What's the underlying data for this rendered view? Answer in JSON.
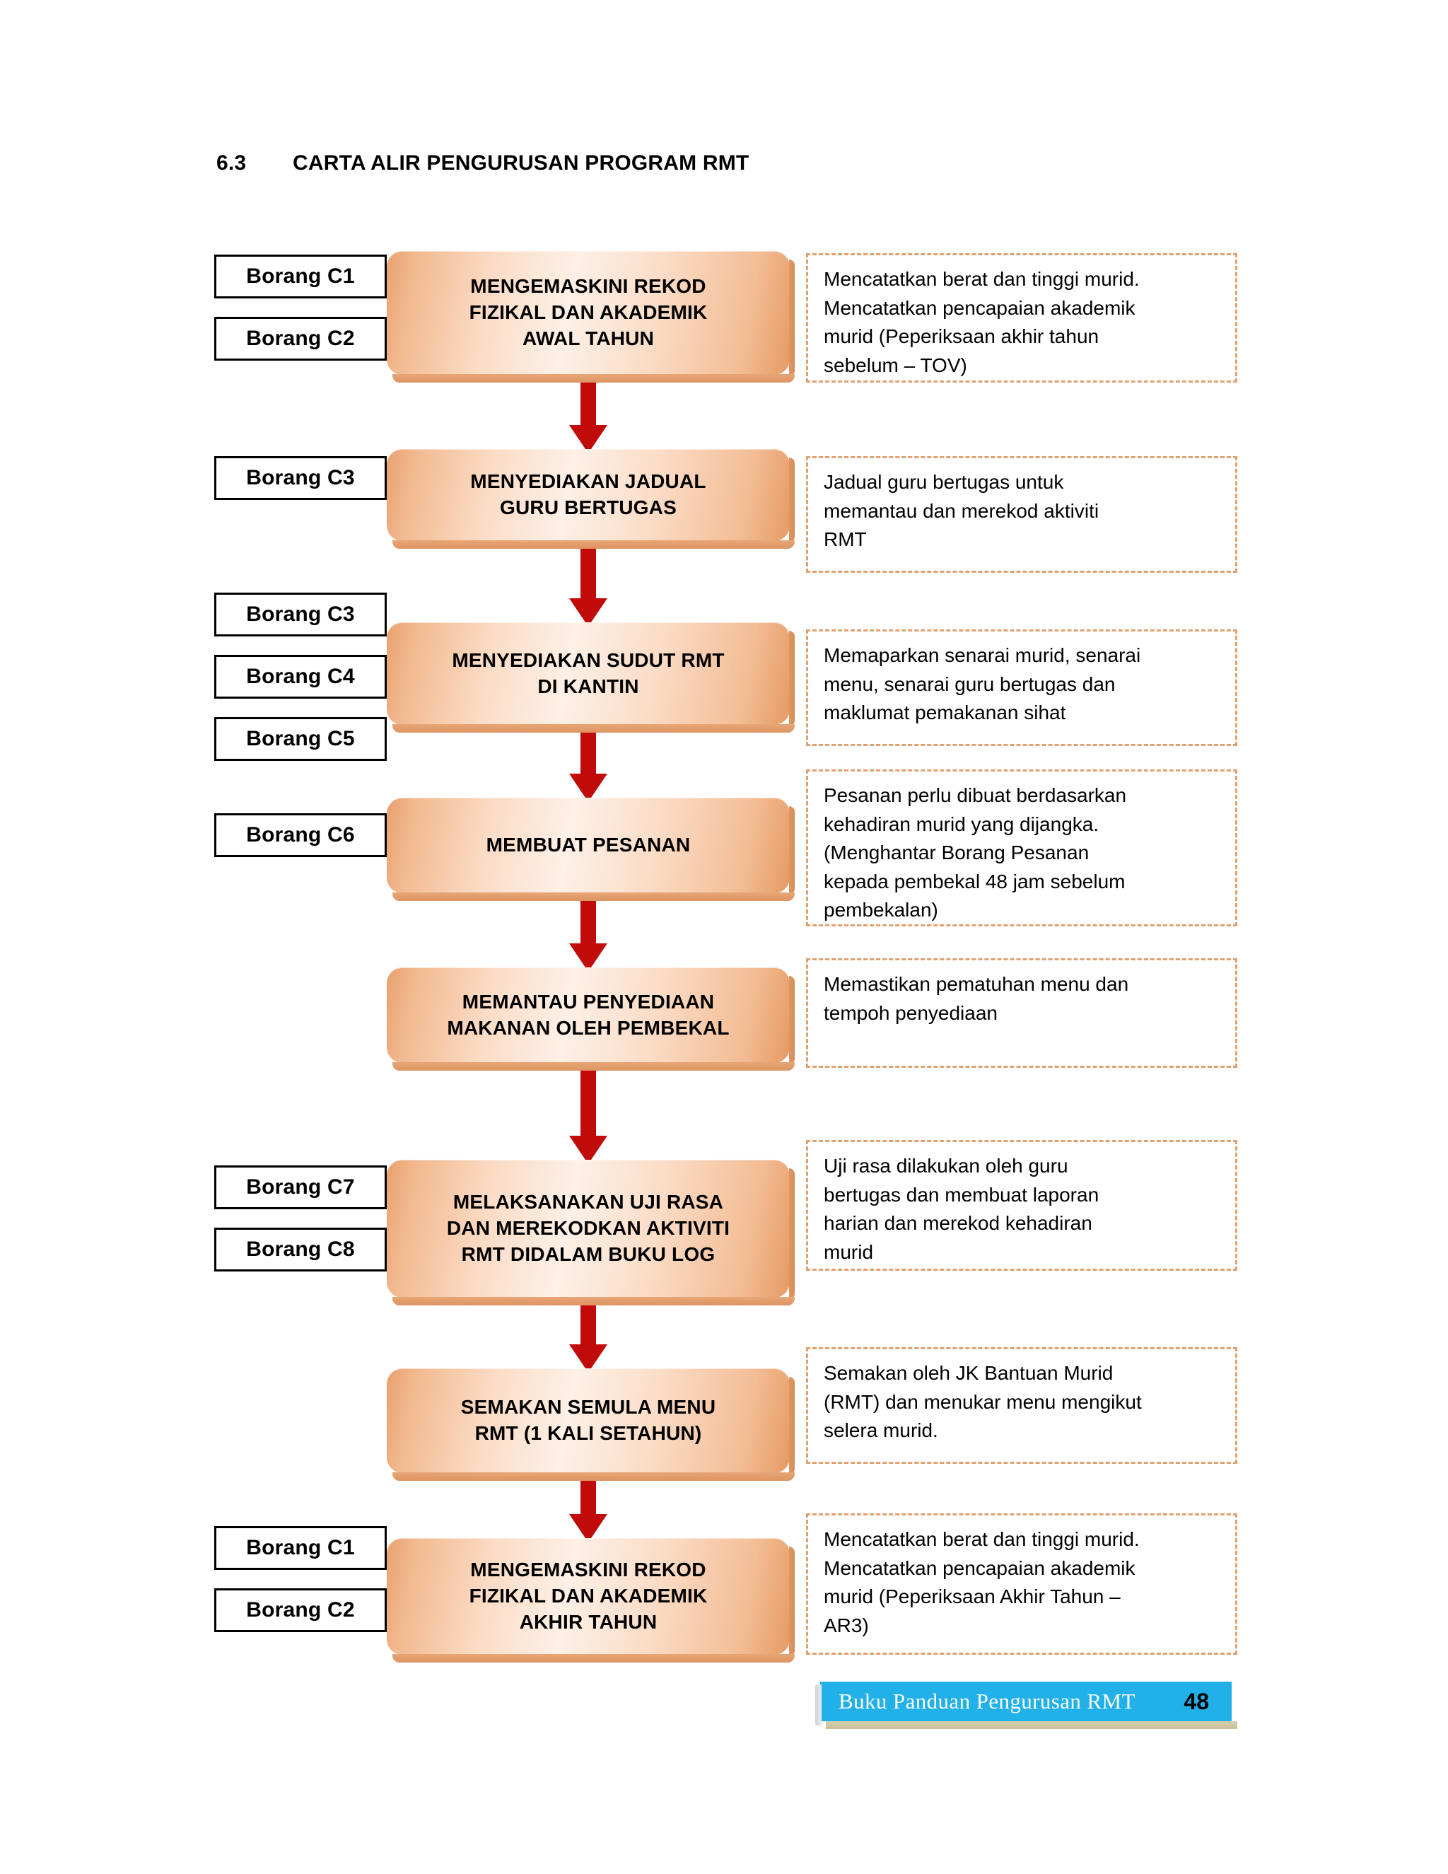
{
  "document": {
    "section_number": "6.3",
    "title": "CARTA ALIR PENGURUSAN PROGRAM RMT"
  },
  "flow": {
    "steps": [
      {
        "id": "step-1",
        "forms": [
          "Borang C1",
          "Borang C2"
        ],
        "process_lines": [
          "MENGEMASKINI REKOD",
          "FIZIKAL DAN AKADEMIK",
          "AWAL TAHUN"
        ],
        "description_lines": [
          "Mencatatkan berat dan tinggi murid.",
          "Mencatatkan pencapaian akademik",
          "murid (Peperiksaan akhir tahun",
          "sebelum – TOV)"
        ]
      },
      {
        "id": "step-2",
        "forms": [
          "Borang C3"
        ],
        "process_lines": [
          "MENYEDIAKAN JADUAL",
          "GURU BERTUGAS"
        ],
        "description_lines": [
          "Jadual guru bertugas untuk",
          "memantau dan merekod aktiviti",
          "RMT"
        ]
      },
      {
        "id": "step-3",
        "forms": [
          "Borang C3",
          "Borang C4",
          "Borang C5"
        ],
        "process_lines": [
          "MENYEDIAKAN SUDUT RMT",
          "DI KANTIN"
        ],
        "description_lines": [
          "Memaparkan senarai murid, senarai",
          "menu, senarai guru bertugas dan",
          "maklumat pemakanan sihat"
        ]
      },
      {
        "id": "step-4",
        "forms": [
          "Borang C6"
        ],
        "process_lines": [
          "MEMBUAT PESANAN"
        ],
        "description_lines": [
          "Pesanan perlu dibuat berdasarkan",
          "kehadiran murid yang dijangka.",
          "(Menghantar Borang Pesanan",
          "kepada pembekal 48 jam sebelum",
          "pembekalan)"
        ]
      },
      {
        "id": "step-5",
        "forms": [],
        "process_lines": [
          "MEMANTAU PENYEDIAAN",
          "MAKANAN OLEH PEMBEKAL"
        ],
        "description_lines": [
          "Memastikan pematuhan menu dan",
          "tempoh penyediaan"
        ]
      },
      {
        "id": "step-6",
        "forms": [
          "Borang C7",
          "Borang C8"
        ],
        "process_lines": [
          "MELAKSANAKAN UJI RASA",
          "DAN MEREKODKAN AKTIVITI",
          "RMT DIDALAM BUKU LOG"
        ],
        "description_lines": [
          "Uji rasa dilakukan oleh guru",
          "bertugas dan membuat laporan",
          "harian dan merekod kehadiran",
          "murid"
        ]
      },
      {
        "id": "step-7",
        "forms": [],
        "process_lines": [
          "SEMAKAN SEMULA MENU",
          "RMT (1 KALI SETAHUN)"
        ],
        "description_lines": [
          "Semakan oleh JK Bantuan Murid",
          "(RMT) dan menukar menu mengikut",
          "selera murid."
        ]
      },
      {
        "id": "step-8",
        "forms": [
          "Borang C1",
          "Borang C2"
        ],
        "process_lines": [
          "MENGEMASKINI REKOD",
          "FIZIKAL DAN AKADEMIK",
          "AKHIR TAHUN"
        ],
        "description_lines": [
          "Mencatatkan berat dan tinggi murid.",
          "Mencatatkan pencapaian akademik",
          "murid (Peperiksaan Akhir Tahun –",
          "AR3)"
        ]
      }
    ]
  },
  "footer": {
    "title": "Buku Panduan Pengurusan RMT",
    "page_number": "48"
  },
  "colors": {
    "arrow": "#C10A0A",
    "process_fill_light": "#FDF0E6",
    "process_fill_dark": "#E8A06E",
    "dashed_border": "#E0A171",
    "footer_bar": "#21B0E8"
  }
}
